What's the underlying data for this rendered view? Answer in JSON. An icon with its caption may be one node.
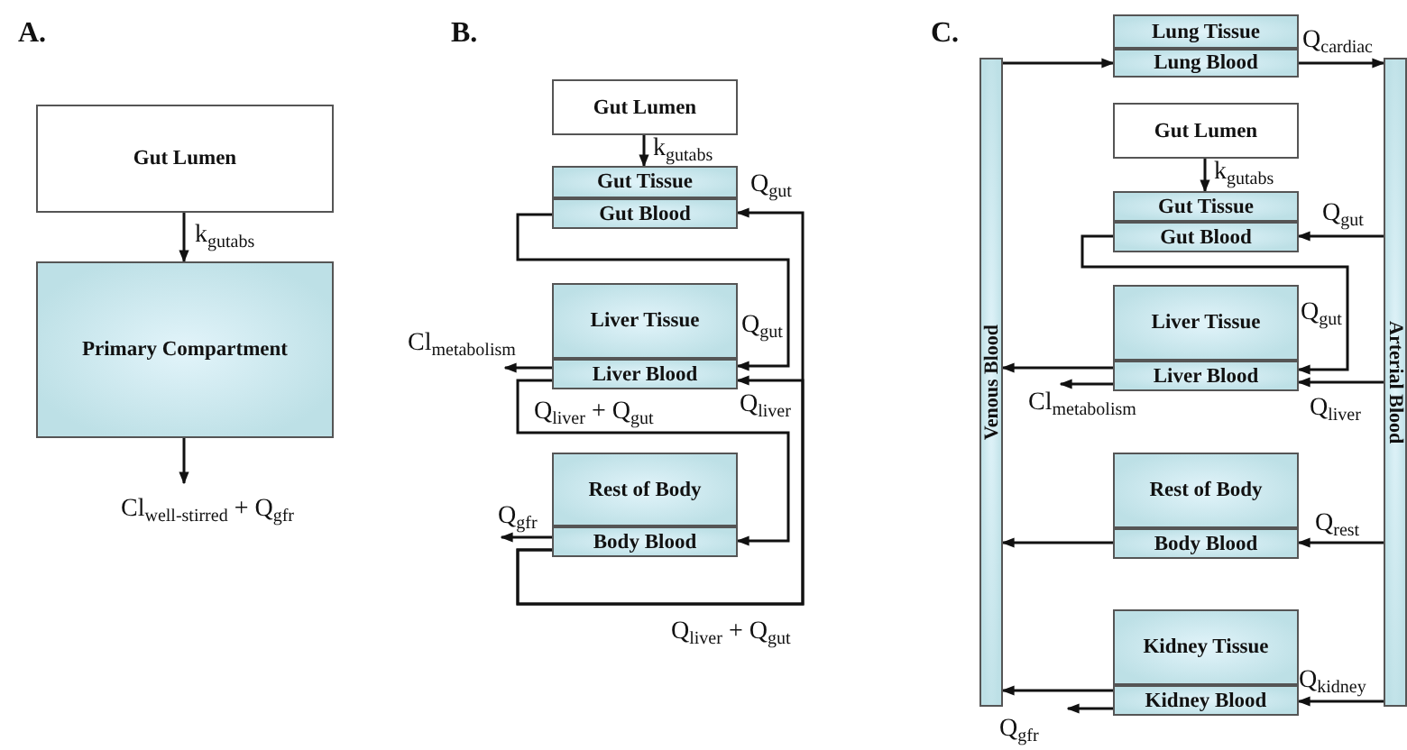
{
  "diagram": {
    "nodes": [
      {
        "text": [
          "Gut Lumen"
        ]
      },
      {
        "text": [
          "Primary Compartment"
        ]
      },
      {
        "text": [
          "Gut Lumen"
        ]
      },
      {
        "text": [
          "Gut Tissue"
        ]
      },
      {
        "text": [
          "Gut Blood"
        ]
      },
      {
        "text": [
          "Liver Tissue"
        ]
      },
      {
        "text": [
          "Liver Blood"
        ]
      },
      {
        "text": [
          "Rest of Body"
        ]
      },
      {
        "text": [
          "Body Blood"
        ]
      },
      {
        "text": [
          "Venous Blood"
        ]
      },
      {
        "text": [
          "Arterial Blood"
        ]
      },
      {
        "text": [
          "Lung Tissue"
        ]
      },
      {
        "text": [
          "Lung Blood"
        ]
      },
      {
        "text": [
          "Gut Lumen"
        ]
      },
      {
        "text": [
          "Gut Tissue"
        ]
      },
      {
        "text": [
          "Gut Blood"
        ]
      },
      {
        "text": [
          "Liver Tissue"
        ]
      },
      {
        "text": [
          "Liver Blood"
        ]
      },
      {
        "text": [
          "Rest of Body"
        ]
      },
      {
        "text": [
          "Body Blood"
        ]
      },
      {
        "text": [
          "Kidney Tissue"
        ]
      },
      {
        "text": [
          "Kidney Blood"
        ]
      }
    ],
    "edges": [
      {
        "from": 0,
        "to": 1,
        "arrow": "to",
        "label": "k$_{gutabs}$"
      },
      {
        "from": 1,
        "to": null,
        "arrow": "to",
        "label": "Cl$_{well-stirred}$ + Q$_{gfr}$"
      },
      {
        "from": 2,
        "to": 3,
        "arrow": "to",
        "label": "k$_{gutabs}$"
      },
      {
        "from": 4,
        "to": 6,
        "arrow": "to",
        "label": "Q$_{gut}$"
      },
      {
        "from": 8,
        "to": 4,
        "arrow": "to",
        "label": "Q$_{gut}$"
      },
      {
        "from": 8,
        "to": 6,
        "arrow": "to",
        "label": "Q$_{liver}$"
      },
      {
        "from": 6,
        "to": 8,
        "arrow": "to",
        "label": "Q$_{liver}$ + Q$_{gut}$"
      },
      {
        "from": 6,
        "to": null,
        "arrow": "to",
        "label": "Cl$_{metabolism}$"
      },
      {
        "from": 8,
        "to": null,
        "arrow": "to",
        "label": "Q$_{gfr}$"
      },
      {
        "from": 9,
        "to": 12,
        "arrow": "to"
      },
      {
        "from": 12,
        "to": 10,
        "arrow": "to",
        "label": "Q$_{cardiac}$"
      },
      {
        "from": 13,
        "to": 14,
        "arrow": "to",
        "label": "k$_{gutabs}$"
      },
      {
        "from": 10,
        "to": 15,
        "arrow": "to",
        "label": "Q$_{gut}$"
      },
      {
        "from": 15,
        "to": 17,
        "arrow": "to",
        "label": "Q$_{gut}$"
      },
      {
        "from": 10,
        "to": 17,
        "arrow": "to",
        "label": "Q$_{liver}$"
      },
      {
        "from": 17,
        "to": 9,
        "arrow": "to"
      },
      {
        "from": 17,
        "to": null,
        "arrow": "to",
        "label": "Cl$_{metabolism}$"
      },
      {
        "from": 10,
        "to": 19,
        "arrow": "to",
        "label": "Q$_{rest}$"
      },
      {
        "from": 19,
        "to": 9,
        "arrow": "to"
      },
      {
        "from": 10,
        "to": 21,
        "arrow": "to",
        "label": "Q$_{kidney}$"
      },
      {
        "from": 21,
        "to": 9,
        "arrow": "to"
      },
      {
        "from": 21,
        "to": null,
        "arrow": "to",
        "label": "Q$_{gfr}$"
      }
    ],
    "labels": [
      "A.",
      "B.",
      "C.",
      "Q$_{liver}$ + Q$_{gut}$"
    ]
  }
}
